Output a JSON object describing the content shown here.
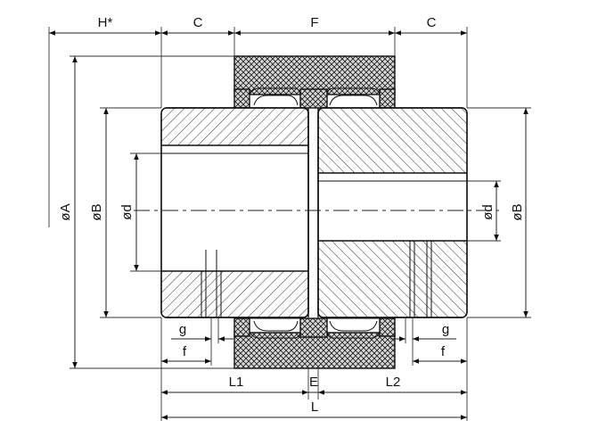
{
  "labels": {
    "H": "H*",
    "C_left": "C",
    "F": "F",
    "C_right": "C",
    "dA": "øA",
    "dB_left": "øB",
    "dd_left": "ød",
    "dd_right": "ød",
    "dB_right": "øB",
    "g_left": "g",
    "f_left": "f",
    "g_right": "g",
    "f_right": "f",
    "L1": "L1",
    "E": "E",
    "L2": "L2",
    "L": "L"
  },
  "colors": {
    "line": "#111111",
    "background": "#ffffff"
  }
}
